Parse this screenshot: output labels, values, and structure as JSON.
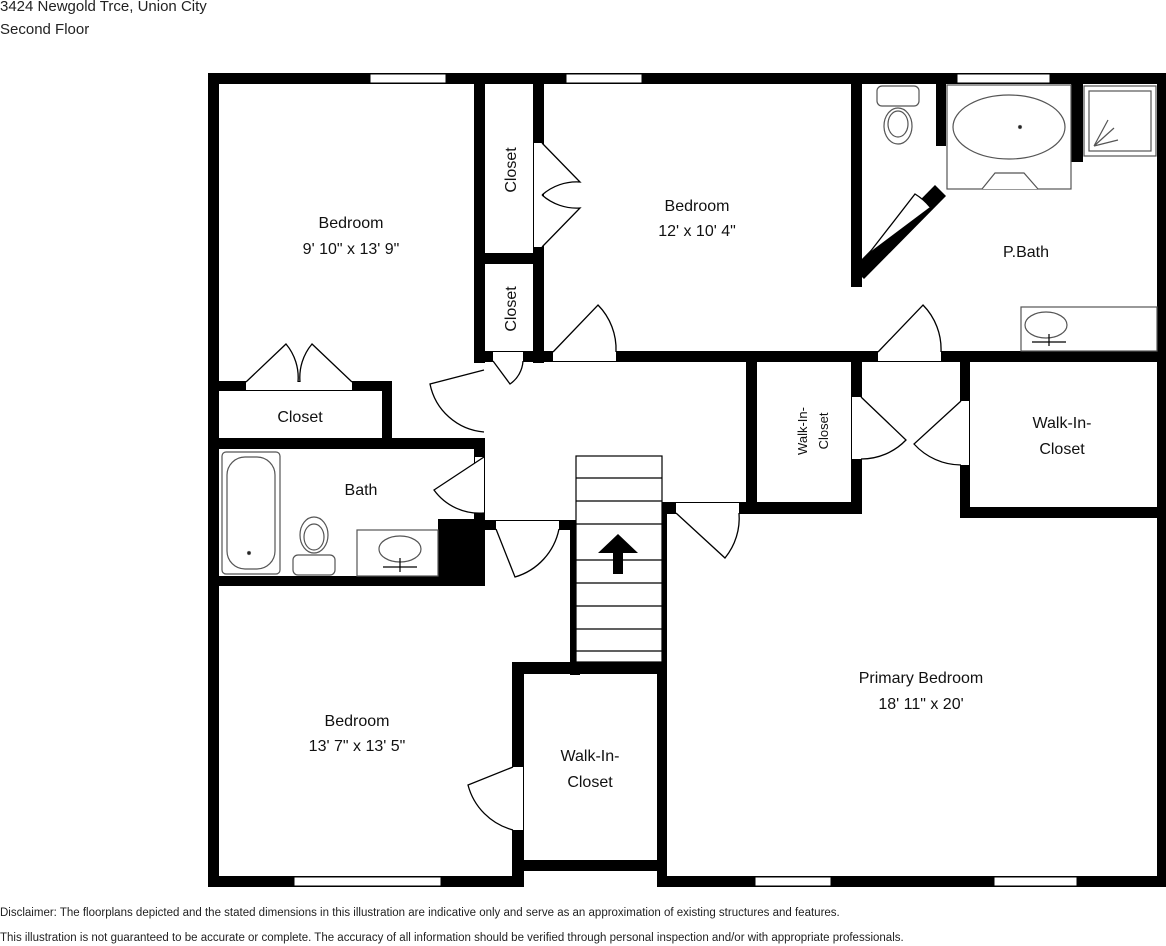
{
  "header": {
    "address": "3424 Newgold Trce, Union City",
    "floor": "Second Floor"
  },
  "rooms": {
    "bedroom_nw": {
      "name": "Bedroom",
      "dims": "9' 10\" x 13' 9\""
    },
    "closet_nw1": {
      "name": "Closet"
    },
    "closet_nw2": {
      "name": "Closet"
    },
    "bedroom_n": {
      "name": "Bedroom",
      "dims": "12' x 10' 4\""
    },
    "pbath": {
      "name": "P.Bath"
    },
    "closet_w": {
      "name": "Closet"
    },
    "walkin_center": {
      "name": "Walk-In-Closet"
    },
    "walkin_east_1": {
      "name": "Walk-In-"
    },
    "walkin_east_2": {
      "name": "Closet"
    },
    "bath": {
      "name": "Bath"
    },
    "bedroom_sw": {
      "name": "Bedroom",
      "dims": "13' 7\" x 13' 5\""
    },
    "walkin_sw_1": {
      "name": "Walk-In-"
    },
    "walkin_sw_2": {
      "name": "Closet"
    },
    "primary": {
      "name": "Primary Bedroom",
      "dims": "18' 11\" x 20'"
    }
  },
  "disclaimer": {
    "line1": "Disclaimer: The floorplans depicted and the stated dimensions in this illustration are indicative only and serve as an approximation of existing structures and features.",
    "line2": "This illustration is not guaranteed to be accurate or complete. The accuracy of all information should be verified through personal inspection and/or with appropriate professionals."
  },
  "colors": {
    "wall": "#000000",
    "fixture_stroke": "#555555",
    "window": "#ffffff"
  }
}
